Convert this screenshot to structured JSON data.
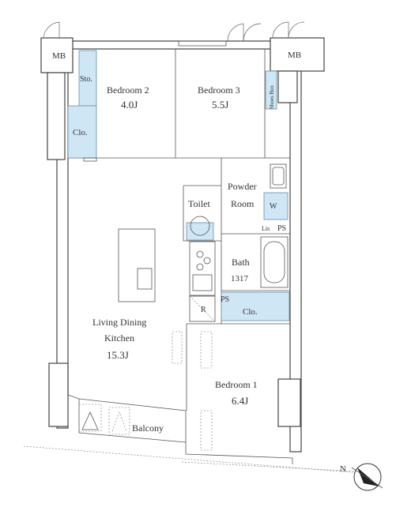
{
  "rooms": {
    "bedroom2": {
      "name": "Bedroom 2",
      "size": "4.0J"
    },
    "bedroom3": {
      "name": "Bedroom 3",
      "size": "5.5J"
    },
    "powder": {
      "line1": "Powder",
      "line2": "Room"
    },
    "toilet": {
      "name": "Toilet"
    },
    "bath": {
      "name": "Bath",
      "size": "1317"
    },
    "ldk": {
      "line1": "Living Dining",
      "line2": "Kitchen",
      "size": "15.3J"
    },
    "bedroom1": {
      "name": "Bedroom 1",
      "size": "6.4J"
    },
    "balcony": {
      "name": "Balcony"
    }
  },
  "fixtures": {
    "mb_left": "MB",
    "mb_right": "MB",
    "sto": "Sto.",
    "clo_left": "Clo.",
    "clo_right": "Clo.",
    "shoes_box": "Shoes Box",
    "washer": "W",
    "lis": "Lis",
    "ps_upper": "PS",
    "ps_lower": "PS",
    "refrigerator": "R"
  },
  "compass": {
    "label": "N"
  },
  "colors": {
    "storage": "#cfe6f5",
    "wall": "#444444"
  }
}
